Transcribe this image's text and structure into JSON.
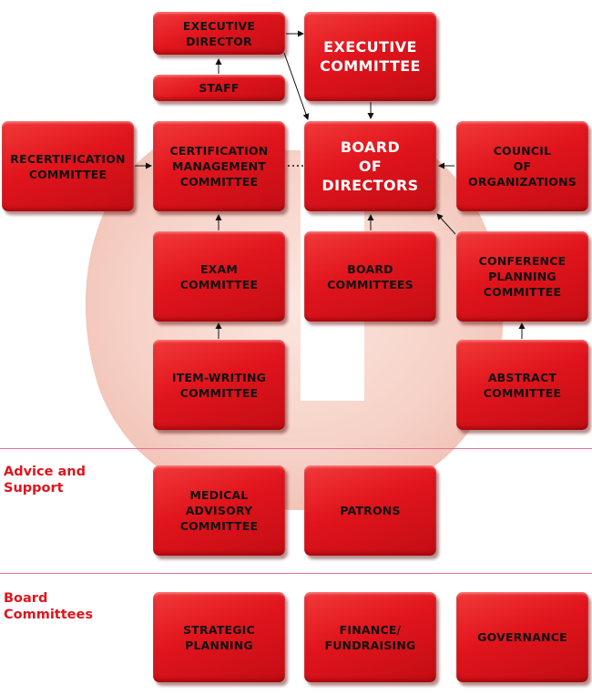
{
  "boxes": {
    "executive_director": "EXECUTIVE\nDIRECTOR",
    "executive_committee": "EXECUTIVE\nCOMMITTEE",
    "staff": "STAFF",
    "recertification_committee": "RECERTIFICATION\nCOMMITTEE",
    "certification_management_committee": "CERTIFICATION\nMANAGEMENT\nCOMMITTEE",
    "board_of_directors": "BOARD\nOF\nDIRECTORS",
    "council_of_organizations": "COUNCIL\nOF\nORGANIZATIONS",
    "exam_committee": "EXAM\nCOMMITTEE",
    "board_committees": "BOARD\nCOMMITTEES",
    "conference_planning_committee": "CONFERENCE\nPLANNING\nCOMMITTEE",
    "item_writing_committee": "ITEM-WRITING\nCOMMITTEE",
    "abstract_committee": "ABSTRACT\nCOMMITTEE",
    "medical_advisory_committee": "MEDICAL\nADVISORY\nCOMMITTEE",
    "patrons": "PATRONS",
    "strategic_planning": "STRATEGIC\nPLANNING",
    "finance_fundraising": "FINANCE/\nFUNDRAISING",
    "governance": "GOVERNANCE"
  },
  "sections": {
    "advice_support": "Advice and\nSupport",
    "board_committees": "Board\nCommittees"
  },
  "colors": {
    "box_red": "#e0141c",
    "section_text": "#e0141c",
    "section_line": "#e0709a",
    "watermark": "#f6d2c8"
  }
}
